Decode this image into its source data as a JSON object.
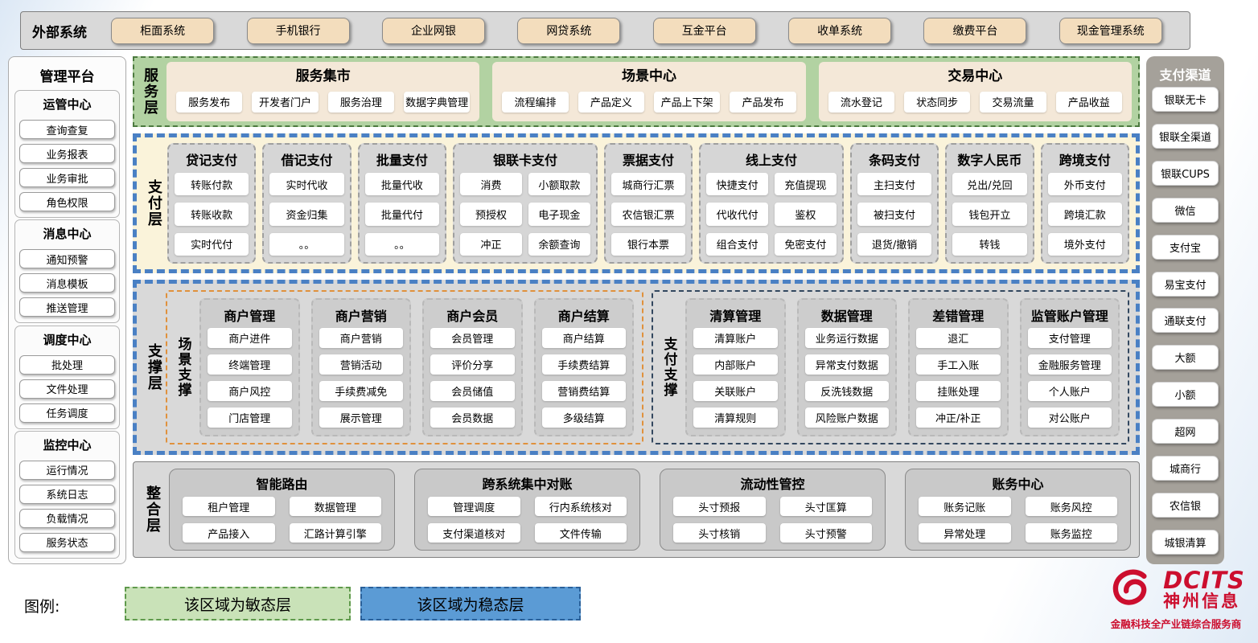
{
  "external_systems": {
    "label": "外部系统",
    "items": [
      "柜面系统",
      "手机银行",
      "企业网银",
      "网贷系统",
      "互金平台",
      "收单系统",
      "缴费平台",
      "现金管理系统"
    ]
  },
  "management_platform": {
    "title": "管理平台",
    "groups": [
      {
        "title": "运管中心",
        "items": [
          "查询查复",
          "业务报表",
          "业务审批",
          "角色权限"
        ]
      },
      {
        "title": "消息中心",
        "items": [
          "通知预警",
          "消息模板",
          "推送管理"
        ]
      },
      {
        "title": "调度中心",
        "items": [
          "批处理",
          "文件处理",
          "任务调度"
        ]
      },
      {
        "title": "监控中心",
        "items": [
          "运行情况",
          "系统日志",
          "负载情况",
          "服务状态"
        ]
      }
    ]
  },
  "service_layer": {
    "label": "服务层",
    "sections": [
      {
        "title": "服务集市",
        "items": [
          "服务发布",
          "开发者门户",
          "服务治理",
          "数据字典管理"
        ]
      },
      {
        "title": "场景中心",
        "items": [
          "流程编排",
          "产品定义",
          "产品上下架",
          "产品发布"
        ]
      },
      {
        "title": "交易中心",
        "items": [
          "流水登记",
          "状态同步",
          "交易流量",
          "产品收益"
        ]
      }
    ]
  },
  "payment_layer": {
    "label": "支付层",
    "columns": [
      {
        "title": "贷记支付",
        "cols": "1",
        "items": [
          "转账付款",
          "转账收款",
          "实时代付"
        ]
      },
      {
        "title": "借记支付",
        "cols": "1",
        "items": [
          "实时代收",
          "资金归集",
          "。。"
        ]
      },
      {
        "title": "批量支付",
        "cols": "1",
        "items": [
          "批量代收",
          "批量代付",
          "。。"
        ]
      },
      {
        "title": "银联卡支付",
        "cols": "2",
        "items": [
          "消费",
          "小额取款",
          "预授权",
          "电子现金",
          "冲正",
          "余额查询"
        ]
      },
      {
        "title": "票据支付",
        "cols": "1",
        "items": [
          "城商行汇票",
          "农信银汇票",
          "银行本票"
        ]
      },
      {
        "title": "线上支付",
        "cols": "2",
        "items": [
          "快捷支付",
          "充值提现",
          "代收代付",
          "鉴权",
          "组合支付",
          "免密支付"
        ]
      },
      {
        "title": "条码支付",
        "cols": "1",
        "items": [
          "主扫支付",
          "被扫支付",
          "退货/撤销"
        ]
      },
      {
        "title": "数字人民币",
        "cols": "1",
        "items": [
          "兑出/兑回",
          "钱包开立",
          "转钱"
        ]
      },
      {
        "title": "跨境支付",
        "cols": "1",
        "items": [
          "外币支付",
          "跨境汇款",
          "境外支付"
        ]
      }
    ]
  },
  "support_layer": {
    "label": "支撑层",
    "groups": [
      {
        "label": "场景支撑",
        "kind": "scene",
        "columns": [
          {
            "title": "商户管理",
            "items": [
              "商户进件",
              "终端管理",
              "商户风控",
              "门店管理"
            ]
          },
          {
            "title": "商户营销",
            "items": [
              "商户营销",
              "营销活动",
              "手续费减免",
              "展示管理"
            ]
          },
          {
            "title": "商户会员",
            "items": [
              "会员管理",
              "评价分享",
              "会员储值",
              "会员数据"
            ]
          },
          {
            "title": "商户结算",
            "items": [
              "商户结算",
              "手续费结算",
              "营销费结算",
              "多级结算"
            ]
          }
        ]
      },
      {
        "label": "支付支撑",
        "kind": "pay",
        "columns": [
          {
            "title": "清算管理",
            "items": [
              "清算账户",
              "内部账户",
              "关联账户",
              "清算规则"
            ]
          },
          {
            "title": "数据管理",
            "items": [
              "业务运行数据",
              "异常支付数据",
              "反洗钱数据",
              "风险账户数据"
            ]
          },
          {
            "title": "差错管理",
            "items": [
              "退汇",
              "手工入账",
              "挂账处理",
              "冲正/补正"
            ]
          },
          {
            "title": "监管账户管理",
            "items": [
              "支付管理",
              "金融服务管理",
              "个人账户",
              "对公账户"
            ]
          }
        ]
      }
    ]
  },
  "integration_layer": {
    "label": "整合层",
    "sections": [
      {
        "title": "智能路由",
        "items": [
          "租户管理",
          "数据管理",
          "产品接入",
          "汇路计算引擎"
        ]
      },
      {
        "title": "跨系统集中对账",
        "items": [
          "管理调度",
          "行内系统核对",
          "支付渠道核对",
          "文件传输"
        ]
      },
      {
        "title": "流动性管控",
        "items": [
          "头寸预报",
          "头寸匡算",
          "头寸核销",
          "头寸预警"
        ]
      },
      {
        "title": "账务中心",
        "items": [
          "账务记账",
          "账务风控",
          "异常处理",
          "账务监控"
        ]
      }
    ]
  },
  "payment_channels": {
    "title": "支付渠道",
    "items": [
      "银联无卡",
      "银联全渠道",
      "银联CUPS",
      "微信",
      "支付宝",
      "易宝支付",
      "通联支付",
      "大额",
      "小额",
      "超网",
      "城商行",
      "农信银",
      "城银清算"
    ]
  },
  "legend": {
    "label": "图例:",
    "agile": "该区域为敏态层",
    "stable": "该区域为稳态层"
  },
  "logo": {
    "brand": "DCITS",
    "name": "神州信息",
    "tagline": "金融科技全产业链综合服务商"
  },
  "colors": {
    "agile_green": "#b2d2a2",
    "stable_blue": "#4a80c4",
    "beige_button": "#f3ddbd",
    "layer_yellow": "#faf3da",
    "panel_gray": "#d9d9d9",
    "brand_red": "#cc0e2e"
  }
}
